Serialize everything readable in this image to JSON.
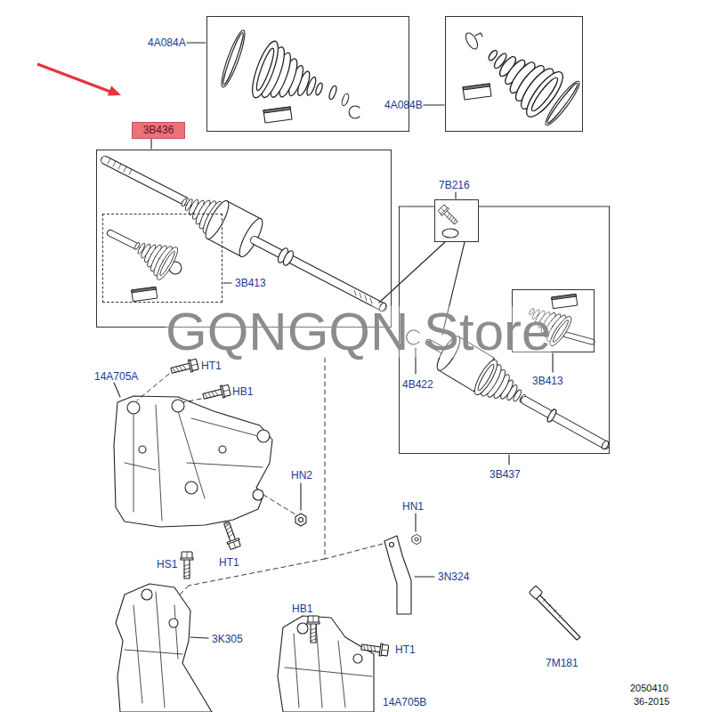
{
  "diagram": {
    "nodes": [
      {
        "text": [
          "4A084A"
        ]
      },
      {
        "text": [
          "4A084B"
        ]
      },
      {
        "text": [
          "3B436"
        ]
      },
      {
        "text": [
          "3B413"
        ],
        "in": 2
      },
      {
        "text": [
          "7B216"
        ]
      },
      {
        "text": [
          "3B437"
        ]
      },
      {
        "text": [
          "3B413"
        ],
        "in": 5
      }
    ],
    "labels": [
      "GQNGQN Store",
      "14A705A",
      "HT1",
      "HB1",
      "4B422",
      "HN2",
      "HN1",
      "3N324",
      "HS1",
      "HT1",
      "HB1",
      "3K305",
      "HT1",
      "7M181",
      "14A705B",
      "2050410",
      "36-2015"
    ]
  }
}
